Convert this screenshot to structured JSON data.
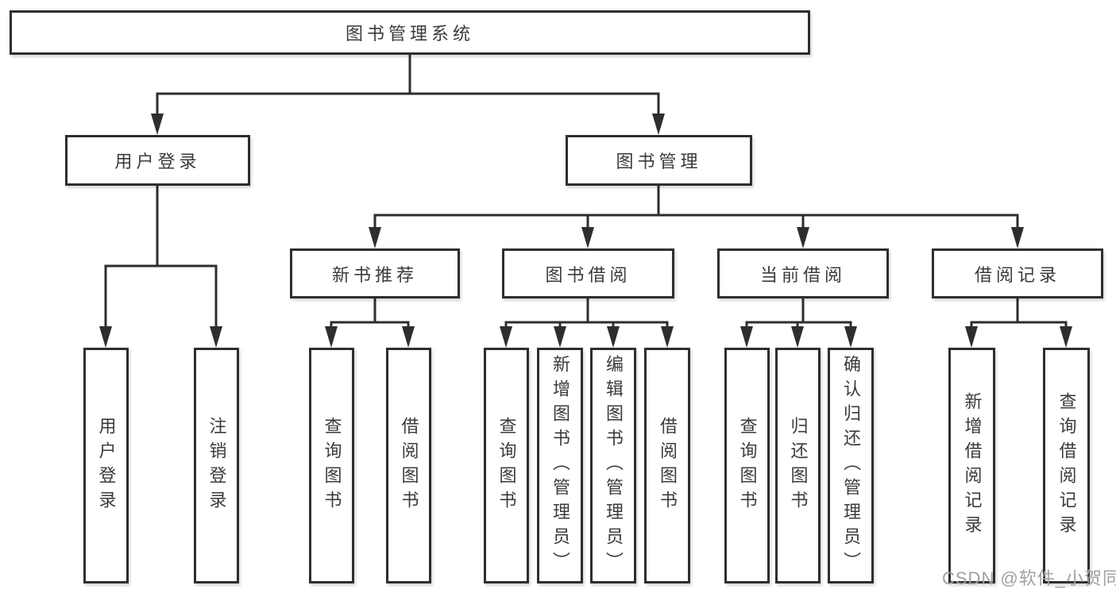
{
  "tree": {
    "root": {
      "label": "图书管理系统"
    },
    "children": [
      {
        "label": "用户登录",
        "children": [
          {
            "label": "用户登录"
          },
          {
            "label": "注销登录"
          }
        ]
      },
      {
        "label": "图书管理",
        "children": [
          {
            "label": "新书推荐",
            "children": [
              {
                "label": "查询图书"
              },
              {
                "label": "借阅图书"
              }
            ]
          },
          {
            "label": "图书借阅",
            "children": [
              {
                "label": "查询图书"
              },
              {
                "label": "新增图书（管理员）"
              },
              {
                "label": "编辑图书（管理员）"
              },
              {
                "label": "借阅图书"
              }
            ]
          },
          {
            "label": "当前借阅",
            "children": [
              {
                "label": "查询图书"
              },
              {
                "label": "归还图书"
              },
              {
                "label": "确认归还（管理员）"
              }
            ]
          },
          {
            "label": "借阅记录",
            "children": [
              {
                "label": "新增借阅记录"
              },
              {
                "label": "查询借阅记录"
              }
            ]
          }
        ]
      }
    ]
  },
  "watermark": {
    "text": "CSDN @软件_小贺同学"
  },
  "colors": {
    "line": "#2e2e2e",
    "text": "#3b3b3b",
    "box_background": "#ffffff",
    "page_background": "#ffffff",
    "watermark": "#a0a0a0"
  }
}
